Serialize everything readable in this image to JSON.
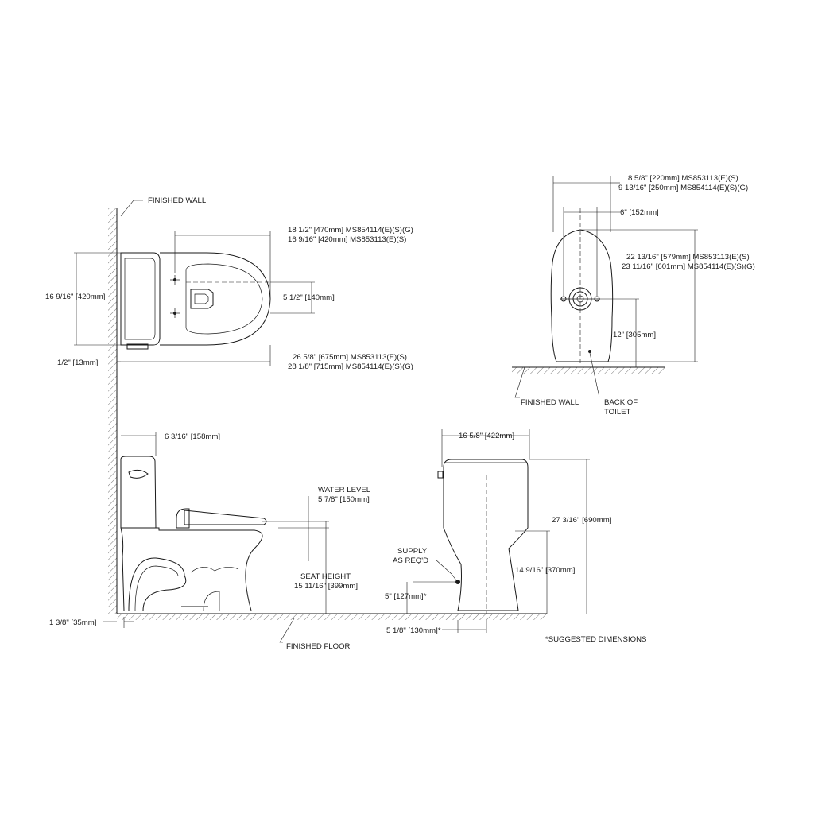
{
  "labels": {
    "finished_wall_top": "FINISHED WALL",
    "finished_wall_right": "FINISHED WALL",
    "back_of_toilet_1": "BACK OF",
    "back_of_toilet_2": "TOILET",
    "finished_floor": "FINISHED FLOOR",
    "water_level": "WATER LEVEL",
    "water_level_dim": "5 7/8\" [150mm]",
    "seat_height": "SEAT HEIGHT",
    "seat_height_dim": "15 11/16\" [399mm]",
    "supply_1": "SUPPLY",
    "supply_2": "AS REQ'D",
    "suggested": "*SUGGESTED DIMENSIONS"
  },
  "dimensions": {
    "top_len_1": "18 1/2\" [470mm] MS854114(E)(S)(G)",
    "top_len_2": "16 9/16\" [420mm] MS853113(E)(S)",
    "top_depth": "16 9/16\" [420mm]",
    "bowl_offset": "5 1/2\" [140mm]",
    "wall_gap": "1/2\" [13mm]",
    "overall_1": "26 5/8\" [675mm] MS853113(E)(S)",
    "overall_2": "28 1/8\" [715mm] MS854114(E)(S)(G)",
    "rear_w_1": "8 5/8\" [220mm] MS853113(E)(S)",
    "rear_w_2": "9 13/16\" [250mm] MS854114(E)(S)(G)",
    "rear_six": "6\" [152mm]",
    "rear_h_1": "22 13/16\" [579mm] MS853113(E)(S)",
    "rear_h_2": "23 11/16\" [601mm] MS854114(E)(S)(G)",
    "rear_twelve": "12\" [305mm]",
    "side_tank": "6 3/16\" [158mm]",
    "side_base": "1 3/8\" [35mm]",
    "front_w": "16 5/8\" [422mm]",
    "front_h": "27 3/16\" [690mm]",
    "front_rim": "14 9/16\" [370mm]",
    "supply_h": "5\" [127mm]*",
    "supply_off": "5 1/8\" [130mm]*"
  }
}
